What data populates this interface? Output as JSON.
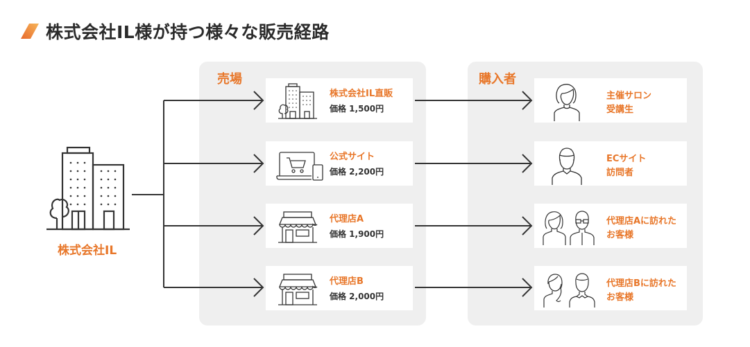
{
  "title": "株式会社IL様が持つ様々な販売経路",
  "company": {
    "label": "株式会社IL",
    "icon": "office-buildings-icon"
  },
  "sales_panel": {
    "label": "売場",
    "channels": [
      {
        "name": "株式会社IL直販",
        "price": "価格 1,500円",
        "icon": "office-buildings-icon"
      },
      {
        "name": "公式サイト",
        "price": "価格 2,200円",
        "icon": "laptop-cart-icon"
      },
      {
        "name": "代理店A",
        "price": "価格 1,900円",
        "icon": "storefront-icon"
      },
      {
        "name": "代理店B",
        "price": "価格 2,000円",
        "icon": "storefront-icon"
      }
    ]
  },
  "buyers_panel": {
    "label": "購入者",
    "buyers": [
      {
        "line1": "主催サロン",
        "line2": "受講生",
        "icon": "woman-icon"
      },
      {
        "line1": "ECサイト",
        "line2": "訪問者",
        "icon": "man-icon"
      },
      {
        "line1": "代理店Aに訪れた",
        "line2": "お客様",
        "icon": "couple-icon"
      },
      {
        "line1": "代理店Bに訪れた",
        "line2": "お客様",
        "icon": "couple-icon"
      }
    ]
  },
  "colors": {
    "accent": "#e8772a",
    "line": "#333333",
    "panel": "#efefef"
  }
}
